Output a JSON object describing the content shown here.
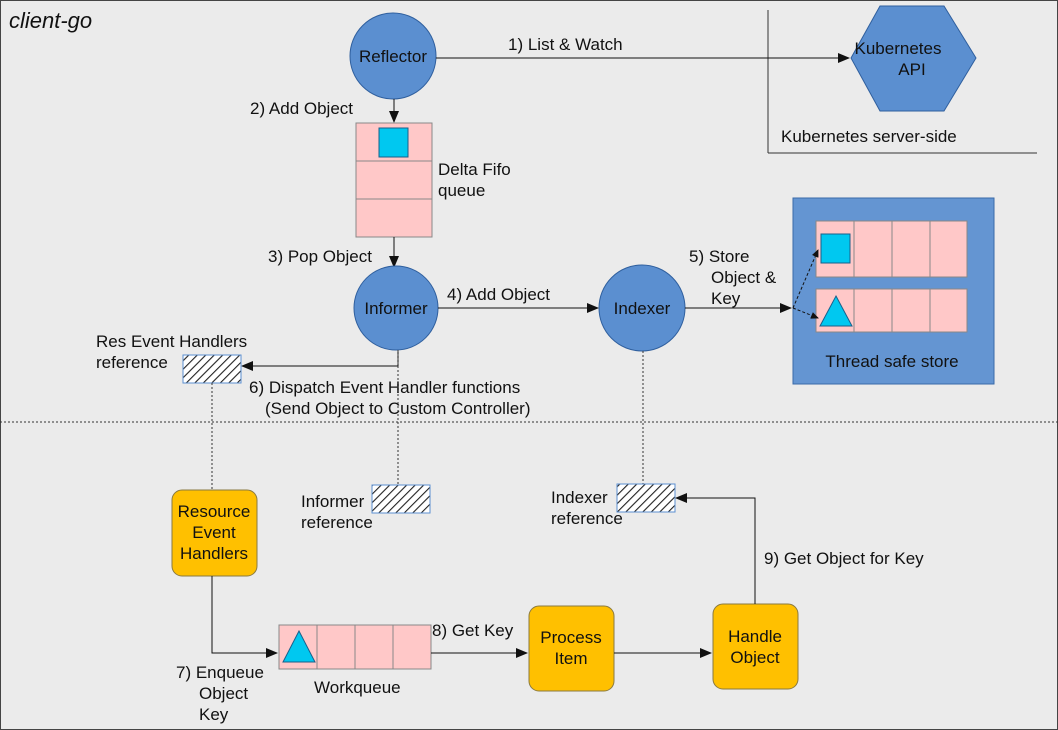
{
  "title": "client-go",
  "colors": {
    "background": "#ebebeb",
    "node_blue": "#5b8fd0",
    "node_yellow": "#ffc000",
    "queue_pink": "#ffc8c8",
    "object_cyan": "#00c8f0",
    "store_bg": "#6495d2"
  },
  "nodes": {
    "reflector": "Reflector",
    "kube_api_line1": "Kubernetes",
    "kube_api_line2": "API",
    "informer": "Informer",
    "indexer": "Indexer",
    "resource_handlers_line1": "Resource",
    "resource_handlers_line2": "Event",
    "resource_handlers_line3": "Handlers",
    "process_item_line1": "Process",
    "process_item_line2": "Item",
    "handle_object_line1": "Handle",
    "handle_object_line2": "Object"
  },
  "labels": {
    "server_side": "Kubernetes server-side",
    "delta_fifo_line1": "Delta Fifo",
    "delta_fifo_line2": "queue",
    "thread_safe_store": "Thread safe store",
    "res_event_ref_line1": "Res Event Handlers",
    "res_event_ref_line2": "reference",
    "informer_ref_line1": "Informer",
    "informer_ref_line2": "reference",
    "indexer_ref_line1": "Indexer",
    "indexer_ref_line2": "reference",
    "workqueue": "Workqueue"
  },
  "steps": {
    "s1": "1) List & Watch",
    "s2": "2) Add Object",
    "s3": "3) Pop Object",
    "s4": "4) Add Object",
    "s5_line1": "5) Store",
    "s5_line2": "Object &",
    "s5_line3": "Key",
    "s6_line1": "6) Dispatch Event Handler functions",
    "s6_line2": "(Send Object to Custom Controller)",
    "s7_line1": "7) Enqueue",
    "s7_line2": "Object",
    "s7_line3": "Key",
    "s8": "8) Get Key",
    "s9": "9) Get Object for Key"
  }
}
